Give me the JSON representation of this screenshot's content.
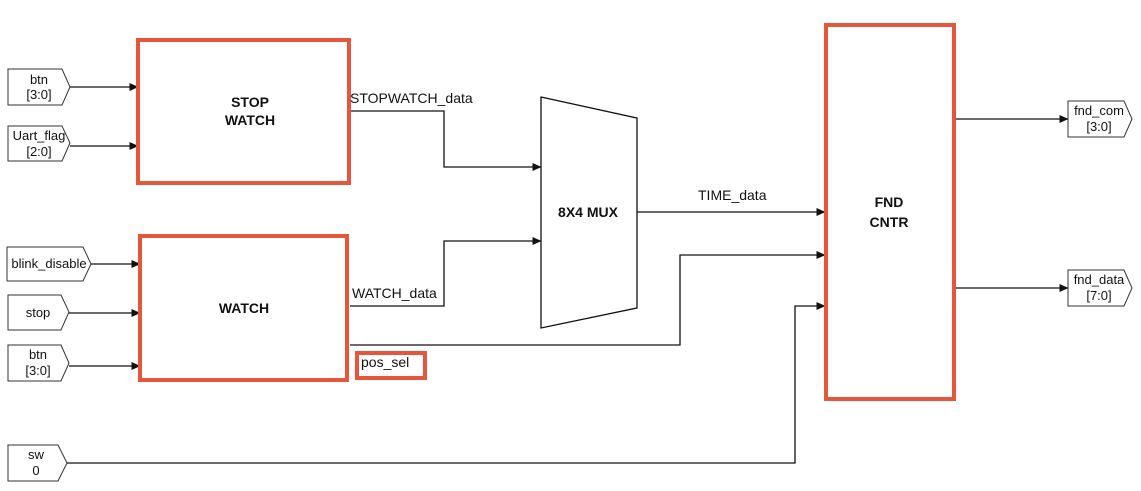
{
  "colors": {
    "highlight": "#e8553d",
    "line": "#111111",
    "background": "#ffffff"
  },
  "inputs": {
    "btn_top": [
      "btn",
      "[3:0]"
    ],
    "uart_flag": [
      "Uart_flag",
      "[2:0]"
    ],
    "blink_disable": [
      "blink_disable"
    ],
    "stop": [
      "stop"
    ],
    "btn_bottom": [
      "btn",
      "[3:0]"
    ],
    "sw": [
      "sw",
      "0"
    ]
  },
  "outputs": {
    "fnd_com": [
      "fnd_com",
      "[3:0]"
    ],
    "fnd_data": [
      "fnd_data",
      "[7:0]"
    ]
  },
  "blocks": {
    "stopwatch": [
      "STOP",
      "WATCH"
    ],
    "watch": [
      "WATCH"
    ],
    "mux": [
      "8X4 MUX"
    ],
    "fnd_cntr": [
      "FND",
      "CNTR"
    ]
  },
  "signals": {
    "stopwatch_data": "STOPWATCH_data",
    "watch_data": "WATCH_data",
    "time_data": "TIME_data",
    "pos_sel": "pos_sel"
  }
}
